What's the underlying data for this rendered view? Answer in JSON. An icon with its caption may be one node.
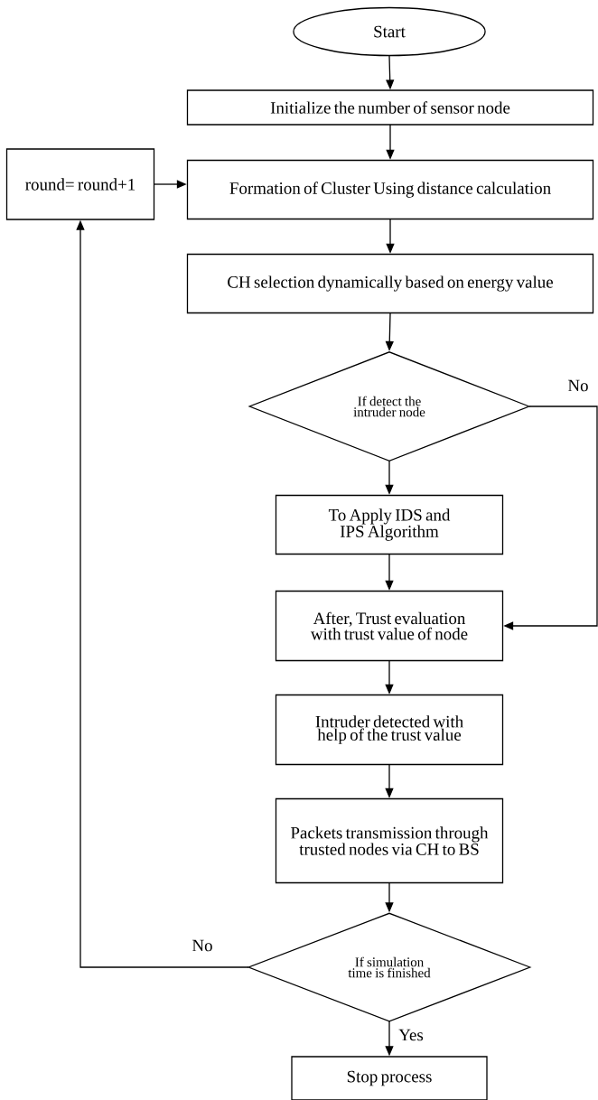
{
  "diagram": {
    "nodes": [
      {
        "text": [
          "Start"
        ]
      },
      {
        "text": [
          "Initialize the number of sensor node"
        ]
      },
      {
        "text": [
          "round= round+1"
        ]
      },
      {
        "text": [
          "Formation of Cluster Using distance calculation"
        ]
      },
      {
        "text": [
          "CH selection dynamically based on energy value"
        ]
      },
      {
        "text": [
          "If detect the intruder node"
        ]
      },
      {
        "text": [
          "To Apply IDS and IPS Algorithm"
        ]
      },
      {
        "text": [
          "After, Trust evaluation with trust value of node"
        ]
      },
      {
        "text": [
          "Intruder detected with help of the trust value"
        ]
      },
      {
        "text": [
          "Packets transmission through trusted nodes via CH to BS"
        ]
      },
      {
        "text": [
          "If simulation time is finished"
        ]
      },
      {
        "text": [
          "Stop process"
        ]
      }
    ],
    "edges": [
      {
        "from": 0,
        "to": 1,
        "arrow": "to"
      },
      {
        "from": 1,
        "to": 3,
        "arrow": "to"
      },
      {
        "from": 2,
        "to": 3,
        "arrow": "to"
      },
      {
        "from": 3,
        "to": 4,
        "arrow": "to"
      },
      {
        "from": 4,
        "to": 5,
        "arrow": "to"
      },
      {
        "from": 5,
        "to": 6,
        "arrow": "to"
      },
      {
        "from": 5,
        "to": 7,
        "arrow": "to",
        "label": "No"
      },
      {
        "from": 6,
        "to": 7,
        "arrow": "to"
      },
      {
        "from": 7,
        "to": 8,
        "arrow": "to"
      },
      {
        "from": 8,
        "to": 9,
        "arrow": "to"
      },
      {
        "from": 9,
        "to": 10,
        "arrow": "to"
      },
      {
        "from": 10,
        "to": 2,
        "arrow": "to",
        "label": "No"
      },
      {
        "from": 10,
        "to": 11,
        "arrow": "to",
        "label": "Yes"
      }
    ]
  }
}
